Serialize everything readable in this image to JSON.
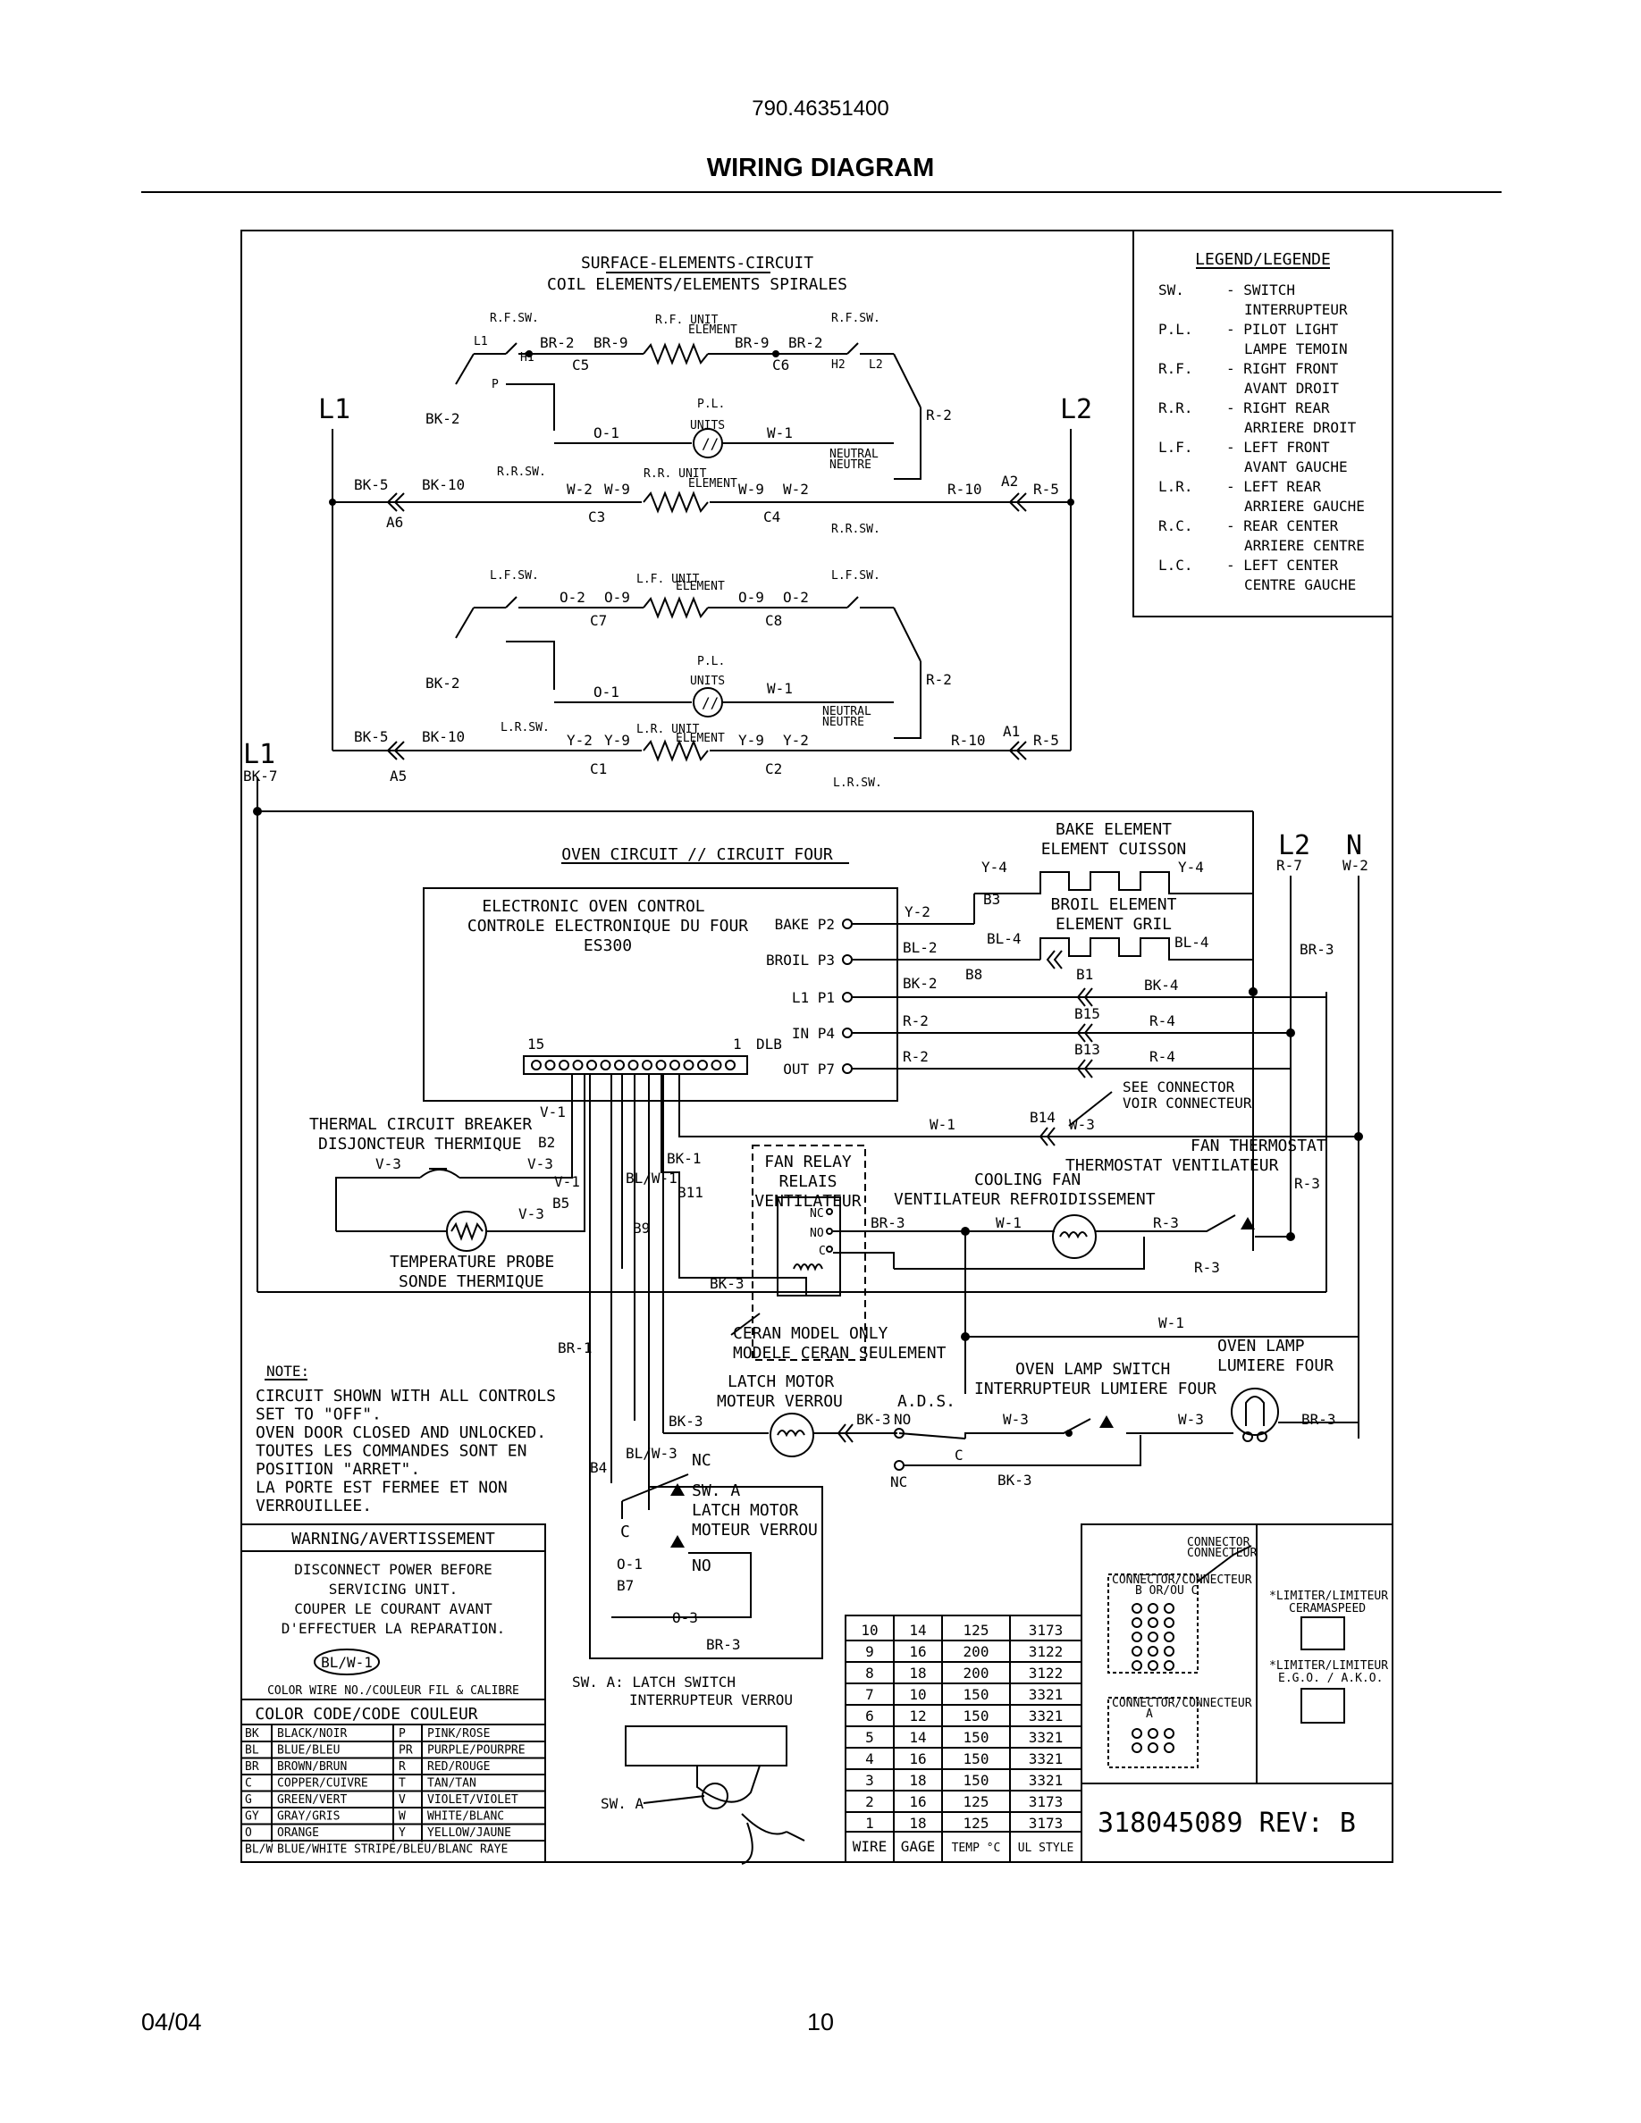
{
  "header": {
    "model": "790.46351400",
    "title": "WIRING DIAGRAM"
  },
  "footer": {
    "date": "04/04",
    "page": "10"
  },
  "surface": {
    "title1": "SURFACE-ELEMENTS-CIRCUIT",
    "title2": "COIL ELEMENTS/ELEMENTS SPIRALES",
    "l1": "L1",
    "l2": "L2",
    "l1b": "L1",
    "bk7": "BK-7",
    "rfsw": "R.F.SW.",
    "rfsw2": "R.F.SW.",
    "rfunit": "R.F. UNIT",
    "element": "ELEMENT",
    "rrsw": "R.R.SW.",
    "rrsw2": "R.R.SW.",
    "rrunit": "R.R. UNIT",
    "lfsw": "L.F.SW.",
    "lfsw2": "L.F.SW.",
    "lfunit": "L.F. UNIT",
    "lrsw": "L.R.SW.",
    "lrsw2": "L.R.SW.",
    "lrunit": "L.R. UNIT",
    "pl": "P.L.",
    "units": "UNITS",
    "neutral": "NEUTRAL",
    "neutre": "NEUTRE",
    "wires_top": [
      "BR-2",
      "BR-9",
      "BR-9",
      "BR-2",
      "BK-2",
      "O-1",
      "W-1",
      "R-2",
      "BK-5",
      "BK-10",
      "W-2",
      "W-9",
      "W-9",
      "W-2",
      "R-10",
      "R-5"
    ],
    "wires_bot": [
      "O-2",
      "O-9",
      "O-9",
      "O-2",
      "BK-2",
      "O-1",
      "W-1",
      "R-2",
      "BK-5",
      "BK-10",
      "Y-2",
      "Y-9",
      "Y-9",
      "Y-2",
      "R-10",
      "R-5"
    ],
    "conn": [
      "C5",
      "C6",
      "C3",
      "C4",
      "A6",
      "A2",
      "C7",
      "C8",
      "C1",
      "C2",
      "A5",
      "A1"
    ],
    "pin": [
      "L1",
      "H1",
      "H2",
      "L2",
      "P"
    ]
  },
  "legend": {
    "title": "LEGEND/LEGENDE",
    "items": [
      {
        "abbr": "SW.",
        "en": "- SWITCH",
        "fr": "INTERRUPTEUR"
      },
      {
        "abbr": "P.L.",
        "en": "- PILOT LIGHT",
        "fr": "LAMPE TEMOIN"
      },
      {
        "abbr": "R.F.",
        "en": "- RIGHT FRONT",
        "fr": "AVANT DROIT"
      },
      {
        "abbr": "R.R.",
        "en": "- RIGHT REAR",
        "fr": "ARRIERE DROIT"
      },
      {
        "abbr": "L.F.",
        "en": "- LEFT FRONT",
        "fr": "AVANT GAUCHE"
      },
      {
        "abbr": "L.R.",
        "en": "- LEFT REAR",
        "fr": "ARRIERE GAUCHE"
      },
      {
        "abbr": "R.C.",
        "en": "- REAR CENTER",
        "fr": "ARRIERE CENTRE"
      },
      {
        "abbr": "L.C.",
        "en": "- LEFT CENTER",
        "fr": "CENTRE GAUCHE"
      }
    ]
  },
  "oven": {
    "title": "OVEN CIRCUIT // CIRCUIT FOUR",
    "ctrl1": "ELECTRONIC OVEN CONTROL",
    "ctrl2": "CONTROLE ELECTRONIQUE DU FOUR",
    "ctrl3": "ES300",
    "pins": [
      "BAKE P2",
      "BROIL P3",
      "L1 P1",
      "IN P4",
      "OUT P7"
    ],
    "dlb15": "15",
    "dlb1": "1",
    "dlb": "DLB",
    "bake1": "BAKE ELEMENT",
    "bake2": "ELEMENT CUISSON",
    "broil1": "BROIL ELEMENT",
    "broil2": "ELEMENT GRIL",
    "l2": "L2",
    "n": "N",
    "r7": "R-7",
    "w2": "W-2",
    "see1": "SEE CONNECTOR",
    "see2": "VOIR CONNECTEUR",
    "tcb1": "THERMAL CIRCUIT BREAKER",
    "tcb2": "DISJONCTEUR THERMIQUE",
    "probe1": "TEMPERATURE PROBE",
    "probe2": "SONDE THERMIQUE",
    "fr1": "FAN RELAY",
    "fr2": "RELAIS",
    "fr3": "VENTILATEUR",
    "ft1": "FAN THERMOSTAT",
    "ft2": "THERMOSTAT VENTILATEUR",
    "cf1": "COOLING FAN",
    "cf2": "VENTILATEUR REFROIDISSEMENT",
    "ceran1": "CERAN MODEL ONLY",
    "ceran2": "MODELE CERAN SEULEMENT",
    "lm1": "LATCH MOTOR",
    "lm2": "MOTEUR VERROU",
    "ads": "A.D.S.",
    "ols1": "OVEN LAMP SWITCH",
    "ols2": "INTERRUPTEUR LUMIERE FOUR",
    "ol1": "OVEN LAMP",
    "ol2": "LUMIERE FOUR",
    "swa1": "SW. A",
    "swa2": "LATCH MOTOR",
    "swa3": "MOTEUR VERROU",
    "nc": "NC",
    "no": "NO",
    "c": "C",
    "relay": [
      "NC",
      "NO",
      "C"
    ],
    "wires": [
      "Y-4",
      "Y-4",
      "Y-2",
      "BL-2",
      "BL-4",
      "BL-4",
      "BR-3",
      "BK-2",
      "BK-4",
      "R-2",
      "R-4",
      "R-2",
      "R-4",
      "W-1",
      "W-3",
      "R-3",
      "V-1",
      "V-3",
      "V-3",
      "V-1",
      "V-3",
      "BK-1",
      "BL/W-1",
      "BK-3",
      "BR-3",
      "W-1",
      "R-3",
      "R-3",
      "W-1",
      "BR-1",
      "BK-3",
      "BK-3",
      "W-3",
      "W-3",
      "BR-3",
      "BK-3",
      "BL/W-3",
      "O-1",
      "O-3",
      "BR-3"
    ],
    "conns": [
      "B3",
      "B8",
      "B1",
      "B15",
      "B13",
      "B14",
      "B2",
      "B5",
      "B11",
      "B9",
      "B4",
      "B7"
    ]
  },
  "note": {
    "label": "NOTE:",
    "lines": [
      "CIRCUIT SHOWN WITH ALL CONTROLS",
      "SET TO \"OFF\".",
      "OVEN DOOR CLOSED AND UNLOCKED.",
      "TOUTES LES COMMANDES SONT EN",
      "POSITION \"ARRET\".",
      "LA PORTE EST FERMEE ET NON",
      "VERROUILLEE."
    ]
  },
  "warning": {
    "title": "WARNING/AVERTISSEMENT",
    "lines": [
      "DISCONNECT POWER BEFORE",
      "SERVICING UNIT.",
      "COUPER LE COURANT AVANT",
      "D'EFFECTUER LA REPARATION."
    ],
    "sample": "BL/W-1",
    "caption": "COLOR WIRE NO./COULEUR FIL & CALIBRE"
  },
  "colorcode": {
    "title": "COLOR CODE/CODE COULEUR",
    "rows": [
      [
        "BK",
        "BLACK/NOIR",
        "P",
        "PINK/ROSE"
      ],
      [
        "BL",
        "BLUE/BLEU",
        "PR",
        "PURPLE/POURPRE"
      ],
      [
        "BR",
        "BROWN/BRUN",
        "R",
        "RED/ROUGE"
      ],
      [
        "C",
        "COPPER/CUIVRE",
        "T",
        "TAN/TAN"
      ],
      [
        "G",
        "GREEN/VERT",
        "V",
        "VIOLET/VIOLET"
      ],
      [
        "GY",
        "GRAY/GRIS",
        "W",
        "WHITE/BLANC"
      ],
      [
        "O",
        "ORANGE",
        "Y",
        "YELLOW/JAUNE"
      ]
    ],
    "last": [
      "BL/W",
      "BLUE/WHITE STRIPE/BLEU/BLANC RAYE"
    ]
  },
  "latchsw": {
    "l1": "SW. A: LATCH SWITCH",
    "l2": "INTERRUPTEUR VERROU",
    "swa": "SW. A"
  },
  "wiretable": {
    "headers": [
      "WIRE",
      "GAGE",
      "TEMP °C",
      "UL STYLE"
    ],
    "rows": [
      [
        "10",
        "14",
        "125",
        "3173"
      ],
      [
        "9",
        "16",
        "200",
        "3122"
      ],
      [
        "8",
        "18",
        "200",
        "3122"
      ],
      [
        "7",
        "10",
        "150",
        "3321"
      ],
      [
        "6",
        "12",
        "150",
        "3321"
      ],
      [
        "5",
        "14",
        "150",
        "3321"
      ],
      [
        "4",
        "16",
        "150",
        "3321"
      ],
      [
        "3",
        "18",
        "150",
        "3321"
      ],
      [
        "2",
        "16",
        "125",
        "3173"
      ],
      [
        "1",
        "18",
        "125",
        "3173"
      ]
    ]
  },
  "connbox": {
    "c1": "CONNECTOR",
    "c2": "CONNECTEUR",
    "cb1": "CONNECTOR/CONNECTEUR",
    "cb2": "B OR/OU C",
    "ca1": "CONNECTOR/CONNECTEUR",
    "ca2": "A",
    "lim1": "*LIMITER/LIMITEUR",
    "lim2": "CERAMASPEED",
    "lim3": "*LIMITER/LIMITEUR",
    "lim4": "E.G.O. / A.K.O."
  },
  "partno": "318045089 REV: B"
}
